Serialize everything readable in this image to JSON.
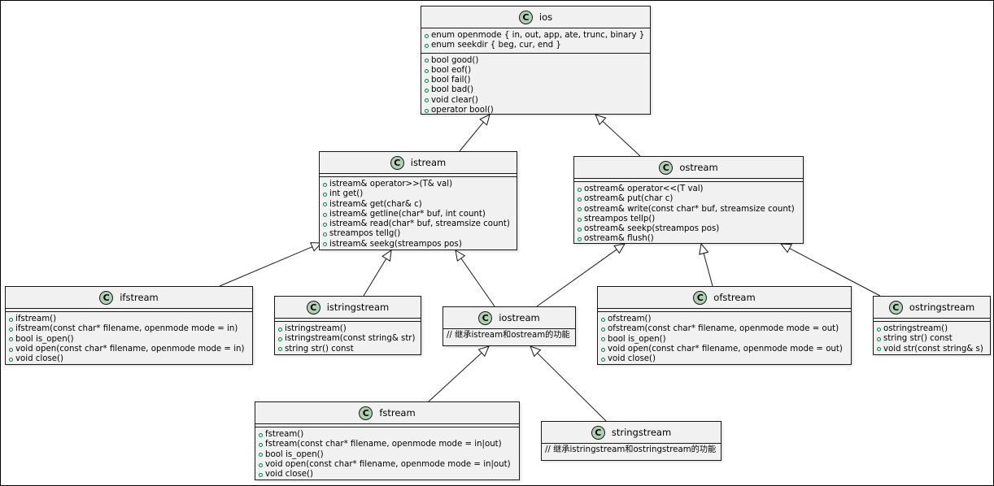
{
  "classes": {
    "ios": {
      "name": "ios",
      "icon": "C",
      "attributes": [
        "enum openmode { in, out, app, ate, trunc, binary }",
        "enum seekdir { beg, cur, end }"
      ],
      "methods": [
        "bool good()",
        "bool eof()",
        "bool fail()",
        "bool bad()",
        "void clear()",
        "operator bool()"
      ]
    },
    "istream": {
      "name": "istream",
      "icon": "C",
      "attributes": [],
      "methods": [
        "istream& operator>>(T& val)",
        "int get()",
        "istream& get(char& c)",
        "istream& getline(char* buf, int count)",
        "istream& read(char* buf, streamsize count)",
        "streampos tellg()",
        "istream& seekg(streampos pos)"
      ]
    },
    "ostream": {
      "name": "ostream",
      "icon": "C",
      "attributes": [],
      "methods": [
        "ostream& operator<<(T val)",
        "ostream& put(char c)",
        "ostream& write(const char* buf, streamsize count)",
        "streampos tellp()",
        "ostream& seekp(streampos pos)",
        "ostream& flush()"
      ]
    },
    "ifstream": {
      "name": "ifstream",
      "icon": "C",
      "attributes": [],
      "methods": [
        "ifstream()",
        "ifstream(const char* filename, openmode mode = in)",
        "bool is_open()",
        "void open(const char* filename, openmode mode = in)",
        "void close()"
      ]
    },
    "istringstream": {
      "name": "istringstream",
      "icon": "C",
      "attributes": [],
      "methods": [
        "istringstream()",
        "istringstream(const string& str)",
        "string str() const"
      ]
    },
    "iostream": {
      "name": "iostream",
      "icon": "C",
      "note": "// 继承istream和ostream的功能"
    },
    "ofstream": {
      "name": "ofstream",
      "icon": "C",
      "attributes": [],
      "methods": [
        "ofstream()",
        "ofstream(const char* filename, openmode mode = out)",
        "bool is_open()",
        "void open(const char* filename, openmode mode = out)",
        "void close()"
      ]
    },
    "ostringstream": {
      "name": "ostringstream",
      "icon": "C",
      "attributes": [],
      "methods": [
        "ostringstream()",
        "string str() const",
        "void str(const string& s)"
      ]
    },
    "fstream": {
      "name": "fstream",
      "icon": "C",
      "attributes": [],
      "methods": [
        "fstream()",
        "fstream(const char* filename, openmode mode = in|out)",
        "bool is_open()",
        "void open(const char* filename, openmode mode = in|out)",
        "void close()"
      ]
    },
    "stringstream": {
      "name": "stringstream",
      "icon": "C",
      "note": "// 继承istringstream和ostringstream的功能"
    }
  },
  "inheritance": [
    {
      "child": "istream",
      "parent": "ios"
    },
    {
      "child": "ostream",
      "parent": "ios"
    },
    {
      "child": "ifstream",
      "parent": "istream"
    },
    {
      "child": "istringstream",
      "parent": "istream"
    },
    {
      "child": "iostream",
      "parent": "istream"
    },
    {
      "child": "iostream",
      "parent": "ostream"
    },
    {
      "child": "ofstream",
      "parent": "ostream"
    },
    {
      "child": "ostringstream",
      "parent": "ostream"
    },
    {
      "child": "fstream",
      "parent": "iostream"
    },
    {
      "child": "stringstream",
      "parent": "iostream"
    }
  ],
  "colors": {
    "class_fill": "#f1f1f1",
    "class_border": "#181818",
    "class_icon": "#add1b2",
    "method_marker": "#038048",
    "edge": "#181818"
  }
}
